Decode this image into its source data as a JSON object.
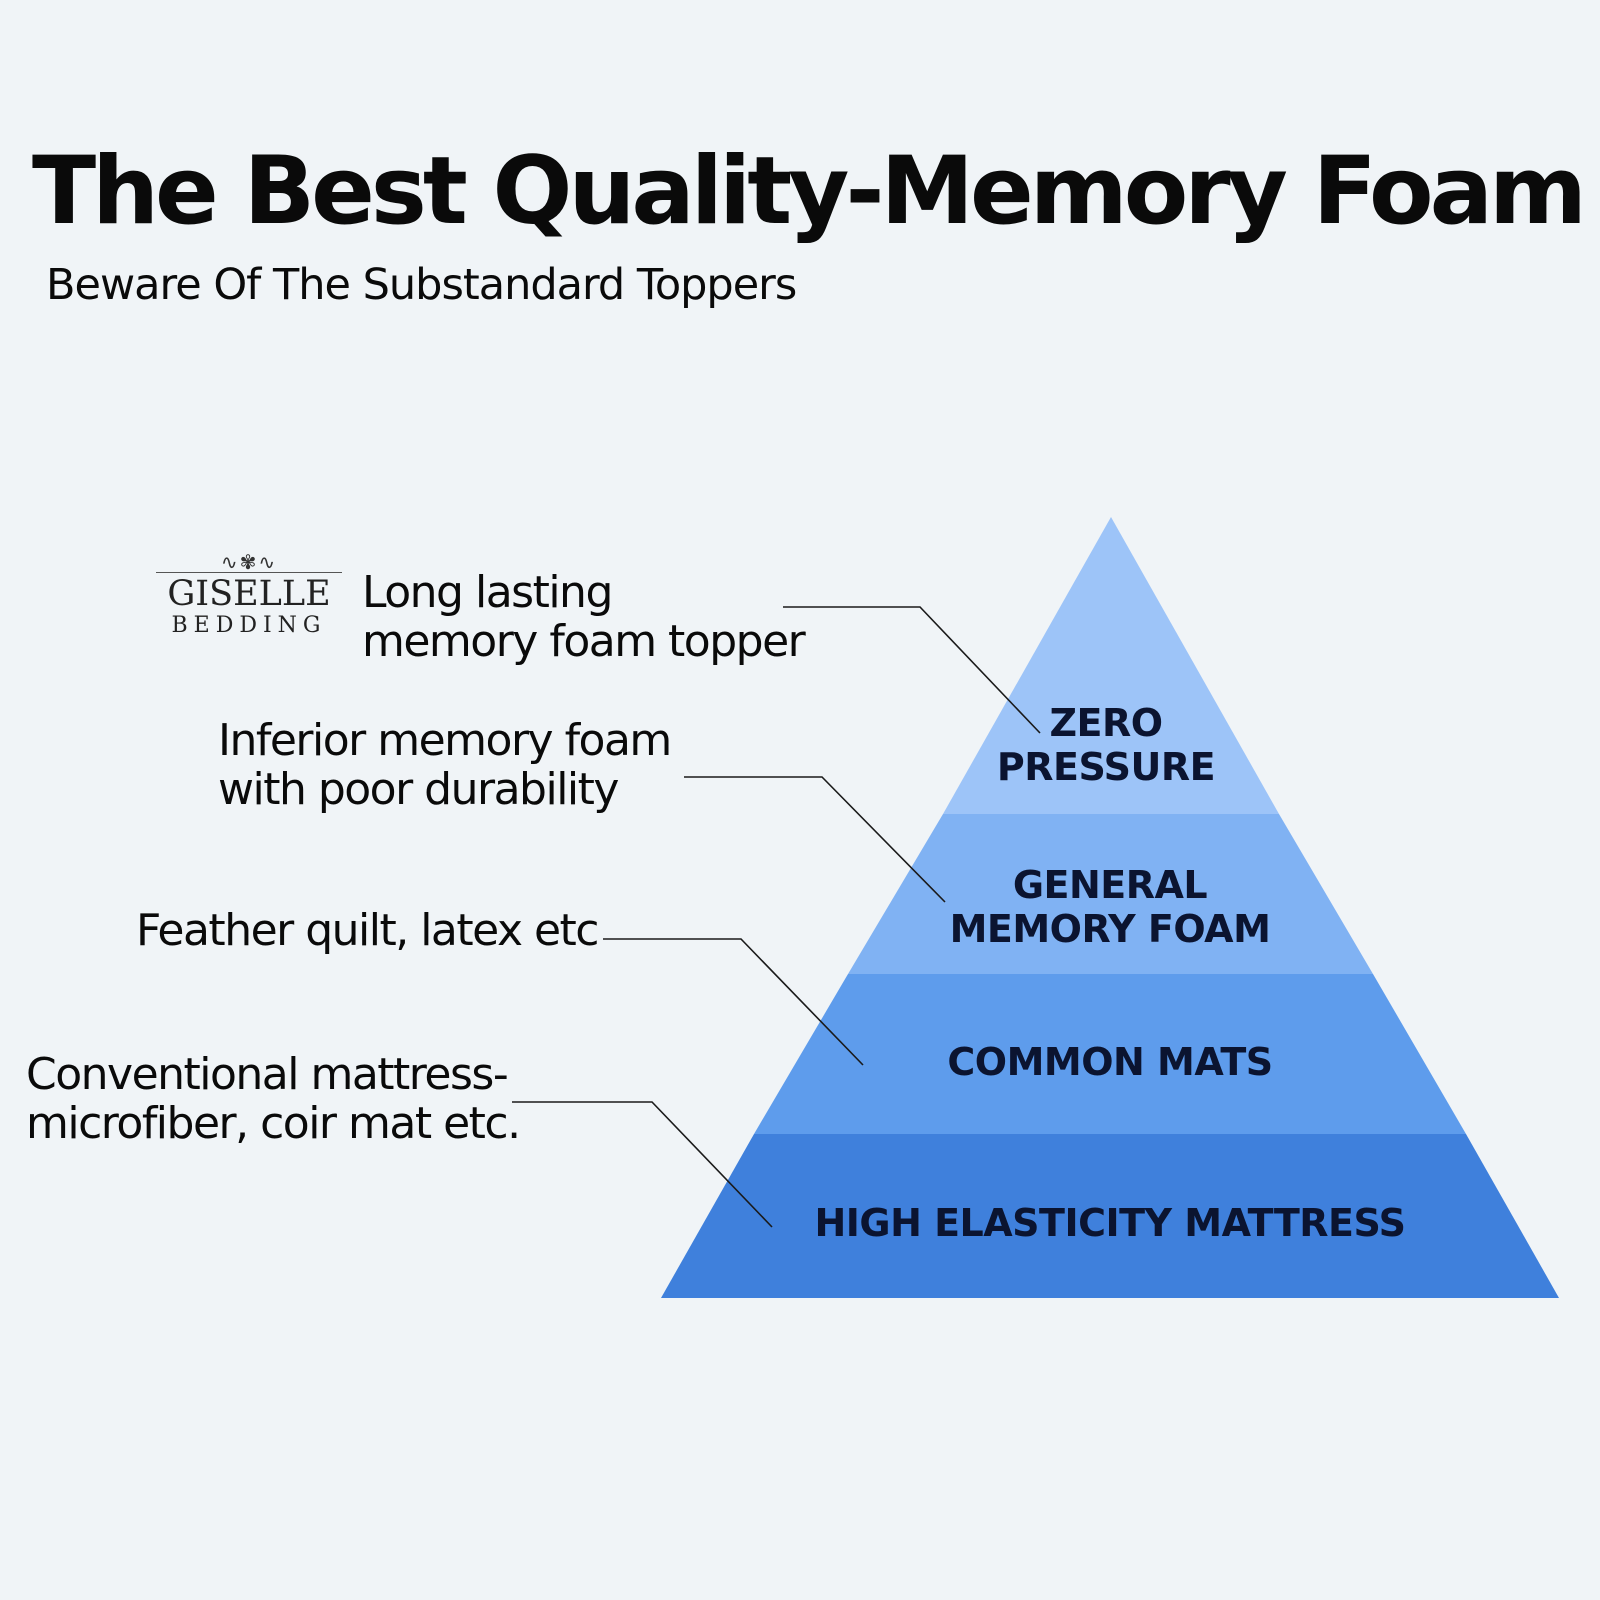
{
  "header": {
    "title": "The Best Quality-Memory Foam",
    "subtitle": "Beware Of The Substandard Toppers"
  },
  "logo": {
    "name": "GISELLE",
    "sub": "BEDDING"
  },
  "pyramid": {
    "tiers": [
      {
        "lines": [
          "ZERO",
          "PRESSURE"
        ],
        "color": "#9dc4f8"
      },
      {
        "lines": [
          "GENERAL",
          "MEMORY FOAM"
        ],
        "color": "#80b2f3"
      },
      {
        "lines": [
          "COMMON MATS"
        ],
        "color": "#5e9cec"
      },
      {
        "lines": [
          "HIGH ELASTICITY MATTRESS"
        ],
        "color": "#3f80dc"
      }
    ]
  },
  "callouts": [
    {
      "lines": [
        "Long lasting",
        "memory foam topper"
      ]
    },
    {
      "lines": [
        "Inferior memory foam",
        "with poor durability"
      ]
    },
    {
      "lines": [
        "Feather quilt, latex etc"
      ]
    },
    {
      "lines": [
        "Conventional mattress-",
        "microfiber, coir mat etc."
      ]
    }
  ]
}
